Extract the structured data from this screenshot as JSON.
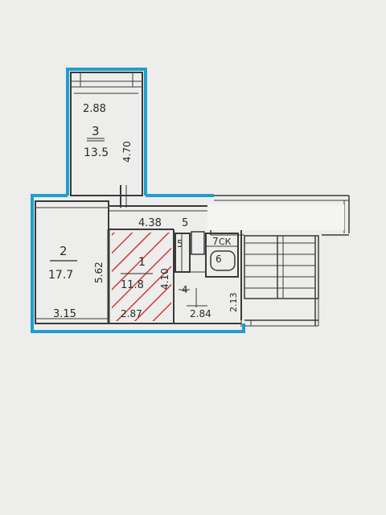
{
  "plan": {
    "rooms": [
      {
        "number": "3",
        "area": "13.5",
        "width": "2.88",
        "length": "4.70"
      },
      {
        "number": "2",
        "area": "17.7",
        "length": "5.62",
        "width": "3.15"
      },
      {
        "number": "1",
        "area": "11.8",
        "length": "4.10",
        "width": "2.87",
        "hatched": true
      }
    ],
    "corridor": {
      "length": "4.38",
      "width": "2.84",
      "depth": "2.13"
    },
    "labels": {
      "five_a": "5",
      "five_b": "5",
      "four": "4",
      "six": "6",
      "seven": "7",
      "sk": "СК"
    },
    "colors": {
      "outline": "#1e9fcf",
      "hatch": "#d23a3a",
      "wall": "#3a3a3a"
    }
  }
}
